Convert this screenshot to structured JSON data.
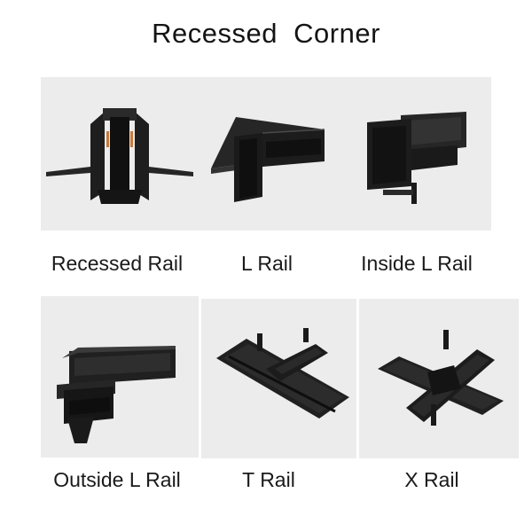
{
  "page": {
    "title": "Recessed  Corner"
  },
  "products": [
    {
      "label": "Recessed Rail",
      "icon": "recessed-rail-image"
    },
    {
      "label": "L Rail",
      "icon": "l-rail-image"
    },
    {
      "label": "Inside L Rail",
      "icon": "inside-l-rail-image"
    },
    {
      "label": "Outside L Rail",
      "icon": "outside-l-rail-image"
    },
    {
      "label": "T Rail",
      "icon": "t-rail-image"
    },
    {
      "label": "X Rail",
      "icon": "x-rail-image"
    }
  ],
  "colors": {
    "panel": "#ececec",
    "rail": "#1c1c1c",
    "rail_highlight": "#3a3a3a",
    "accent": "#c87a3a"
  }
}
